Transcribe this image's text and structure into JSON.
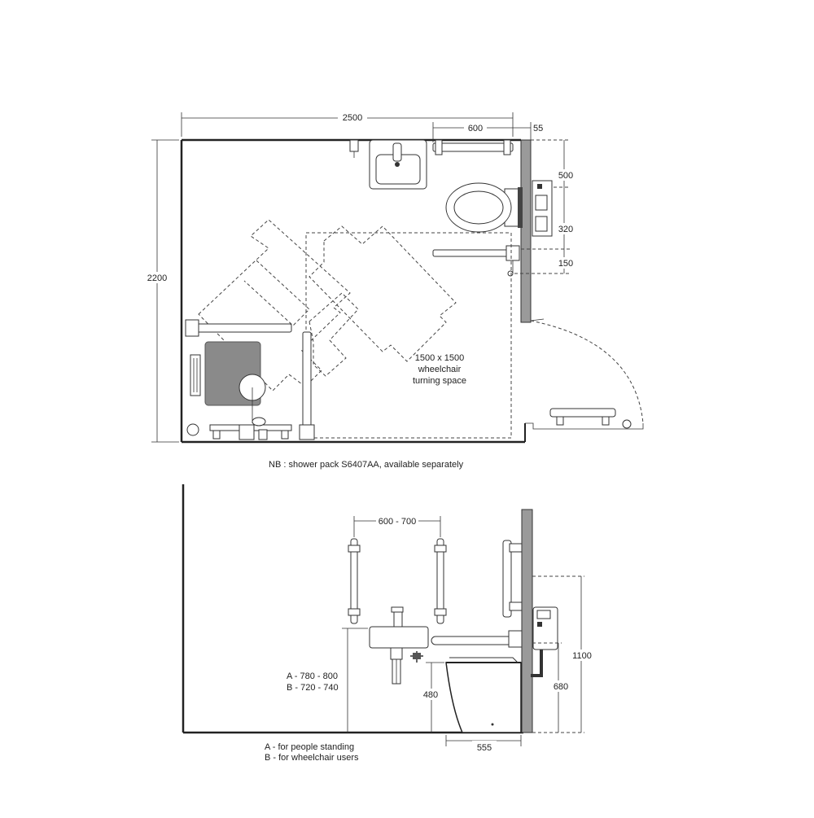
{
  "plan": {
    "dims": {
      "width_total": "2500",
      "grab_rail_length": "600",
      "wall_offset": "55",
      "depth_total": "2200",
      "pan_height_500": "500",
      "rail_spacing_320": "320",
      "rail_offset_150": "150"
    },
    "turning_space": {
      "line1": "1500 x 1500",
      "line2": "wheelchair",
      "line3": "turning space"
    },
    "note": "NB : shower pack S6407AA, available separately"
  },
  "elevation": {
    "dims": {
      "rail_spacing": "600 - 700",
      "height_1100": "1100",
      "height_680": "680",
      "seat_height": "480",
      "projection": "555"
    },
    "basin_heights": {
      "a": "A - 780 - 800",
      "b": "B - 720 - 740"
    },
    "legend": {
      "a": "A - for people standing",
      "b": "B - for wheelchair users"
    }
  },
  "colors": {
    "line": "#222222",
    "fixture_grey": "#8a8a8a",
    "wall_grey": "#9a9a9a"
  }
}
